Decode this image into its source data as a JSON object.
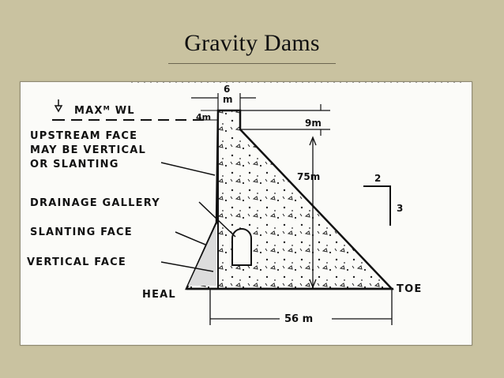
{
  "slide": {
    "title": "Gravity Dams",
    "background_color": "#c9c2a0"
  },
  "diagram": {
    "water_level": "MAXᴹ WL",
    "labels": {
      "upstream_face_line1": "UPSTREAM FACE",
      "upstream_face_line2": "MAY BE VERTICAL",
      "upstream_face_line3": "OR SLANTING",
      "drainage_gallery": "DRAINAGE GALLERY",
      "slanting_face": "SLANTING FACE",
      "vertical_face": "VERTICAL FACE",
      "heal": "HEAL",
      "toe": "TOE"
    },
    "dimensions": {
      "top_width": "6",
      "top_width_unit": "m",
      "freeboard": "4m",
      "crest_drop": "9m",
      "height": "75m",
      "base_width": "56 m"
    },
    "slope": {
      "horizontal": "2",
      "vertical": "3"
    }
  }
}
